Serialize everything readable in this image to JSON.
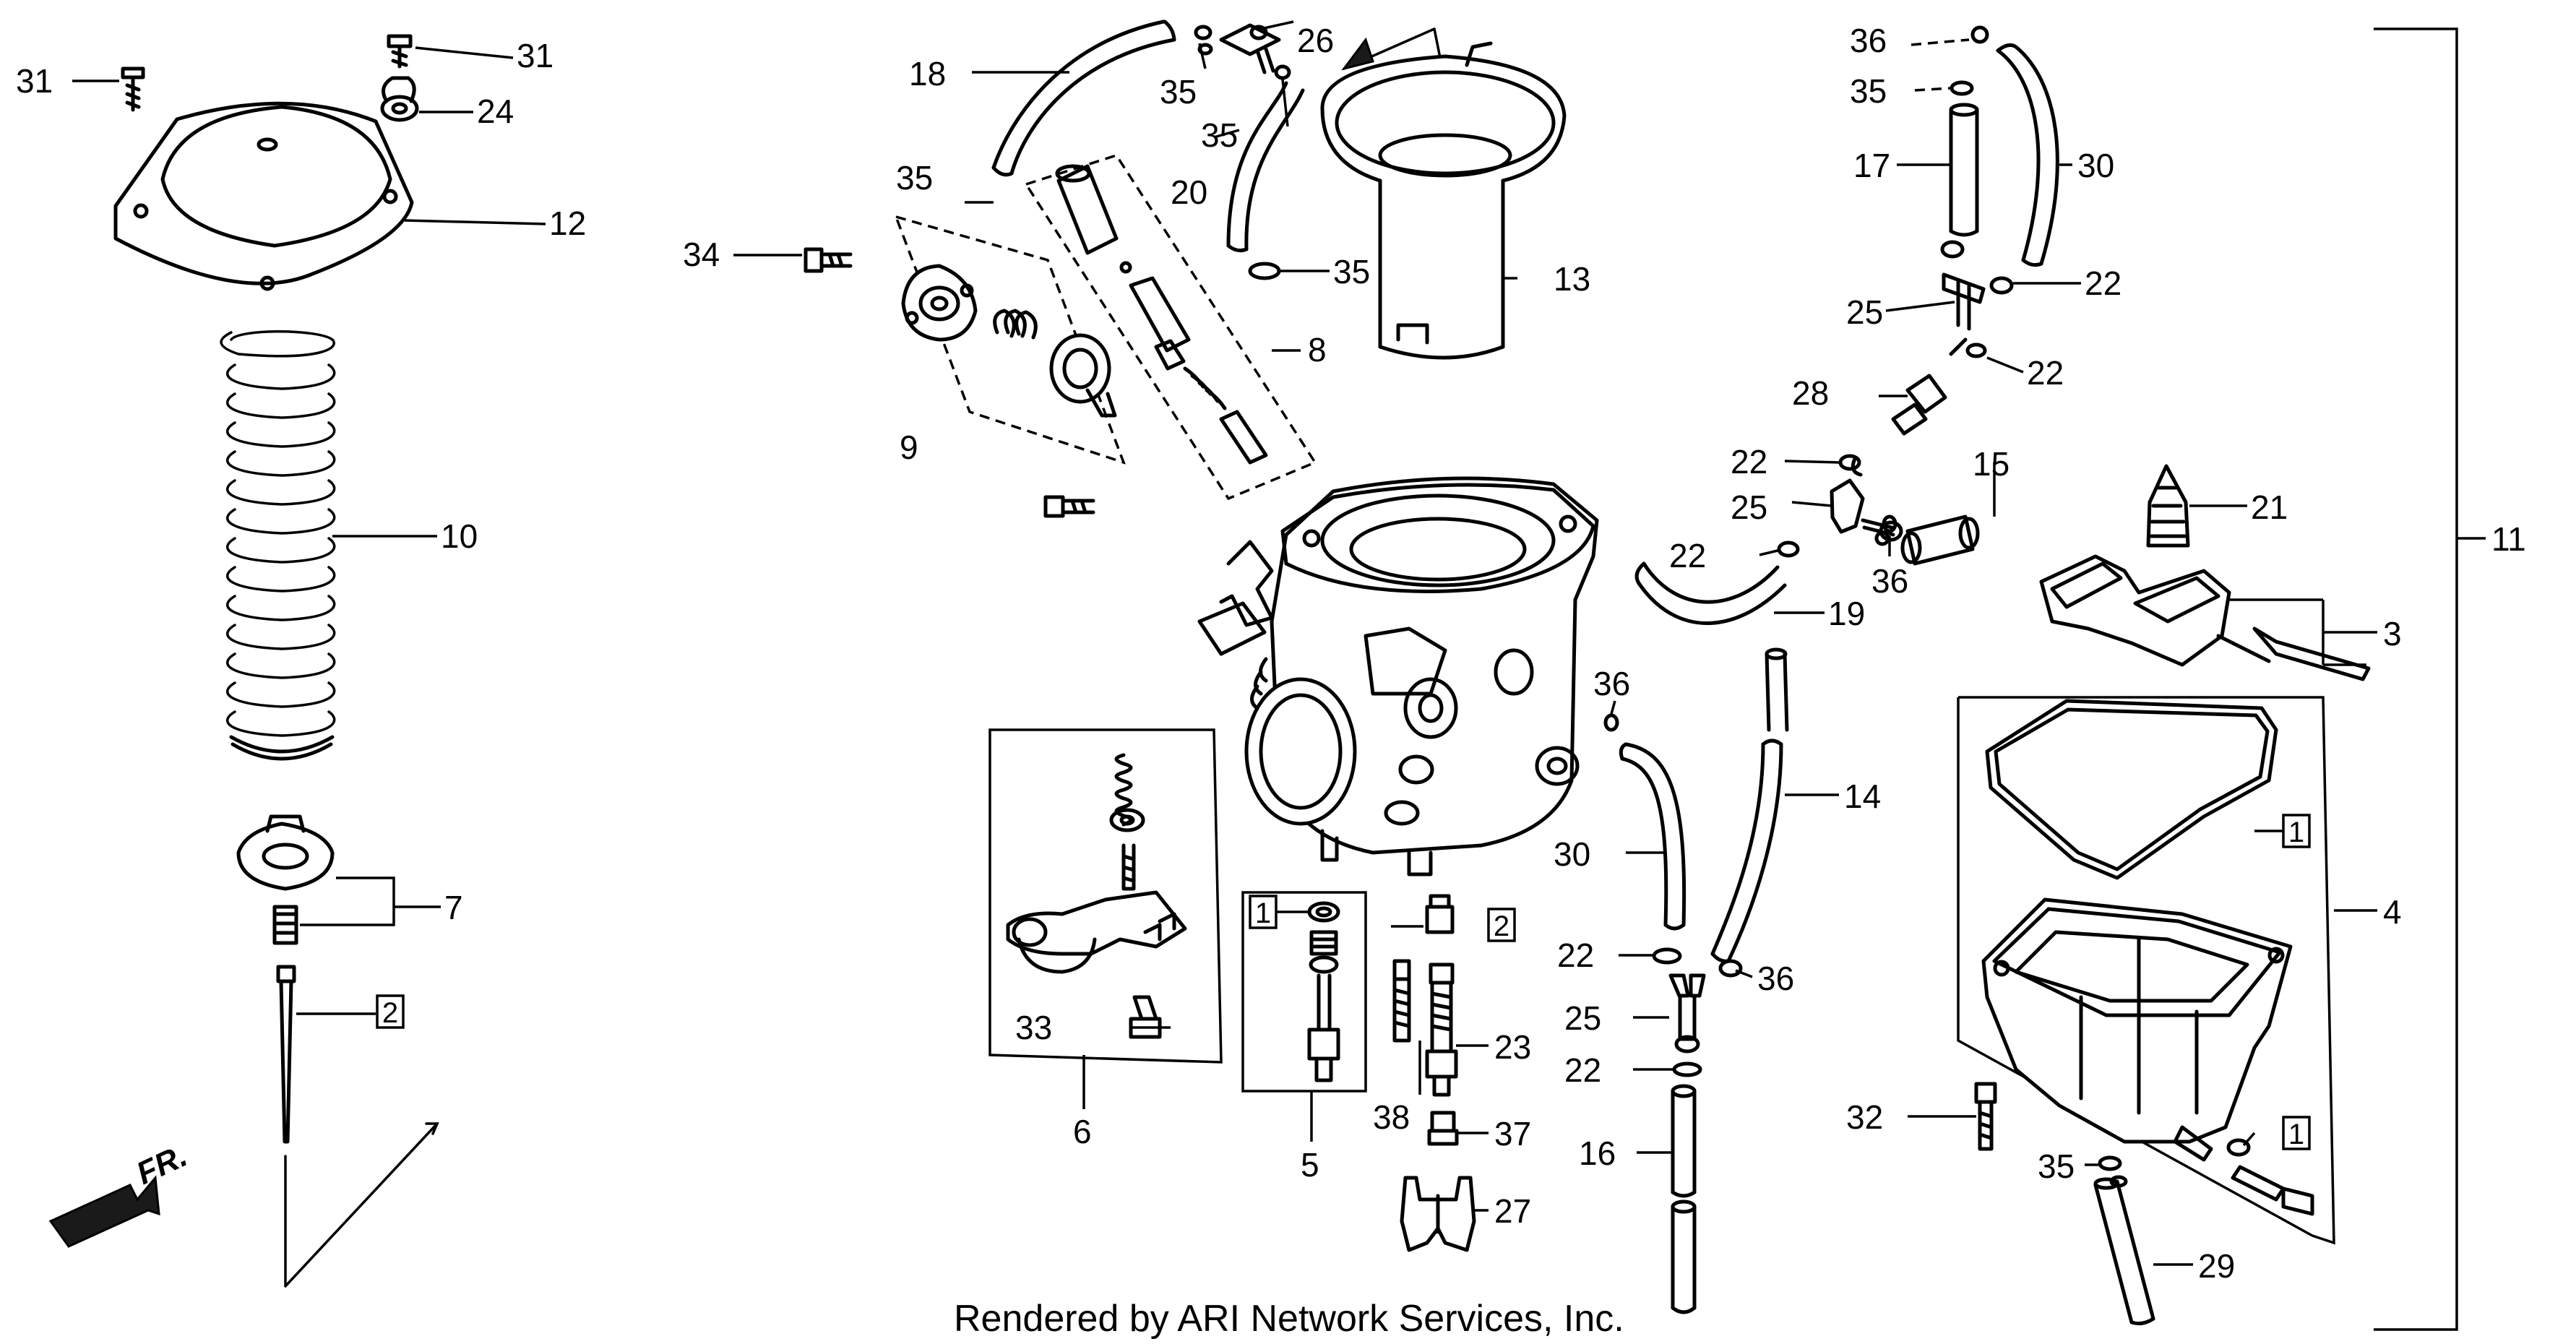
{
  "credit": "Rendered by ARI Network Services, Inc.",
  "direction_label": "FR.",
  "callouts": {
    "c31a": "31",
    "c31b": "31",
    "c24": "24",
    "c12": "12",
    "c10": "10",
    "c7": "7",
    "c34": "34",
    "c35a": "35",
    "c9": "9",
    "c18": "18",
    "c35b": "35",
    "c26": "26",
    "c35c": "35",
    "c20": "20",
    "c35d": "35",
    "c8": "8",
    "c13": "13",
    "c36a": "36",
    "c35e": "35",
    "c17": "17",
    "c30a": "30",
    "c25a": "25",
    "c22a": "22",
    "c22b": "22",
    "c28": "28",
    "c22c": "22",
    "c25b": "25",
    "c15": "15",
    "c22d": "22",
    "c36b": "36",
    "c19": "19",
    "c21": "21",
    "c3": "3",
    "c11": "11",
    "c36c": "36",
    "c14": "14",
    "c30b": "30",
    "c4": "4",
    "c22e": "22",
    "c36d": "36",
    "c25c": "25",
    "c22f": "22",
    "c16": "16",
    "c32": "32",
    "c35f": "35",
    "c29": "29",
    "c6": "6",
    "c33": "33",
    "c5": "5",
    "c38": "38",
    "c23": "23",
    "c37": "37",
    "c27": "27"
  },
  "boxed": {
    "b2a": "2",
    "b1a": "1",
    "b2b": "2",
    "b1b": "1",
    "b1c": "1"
  }
}
